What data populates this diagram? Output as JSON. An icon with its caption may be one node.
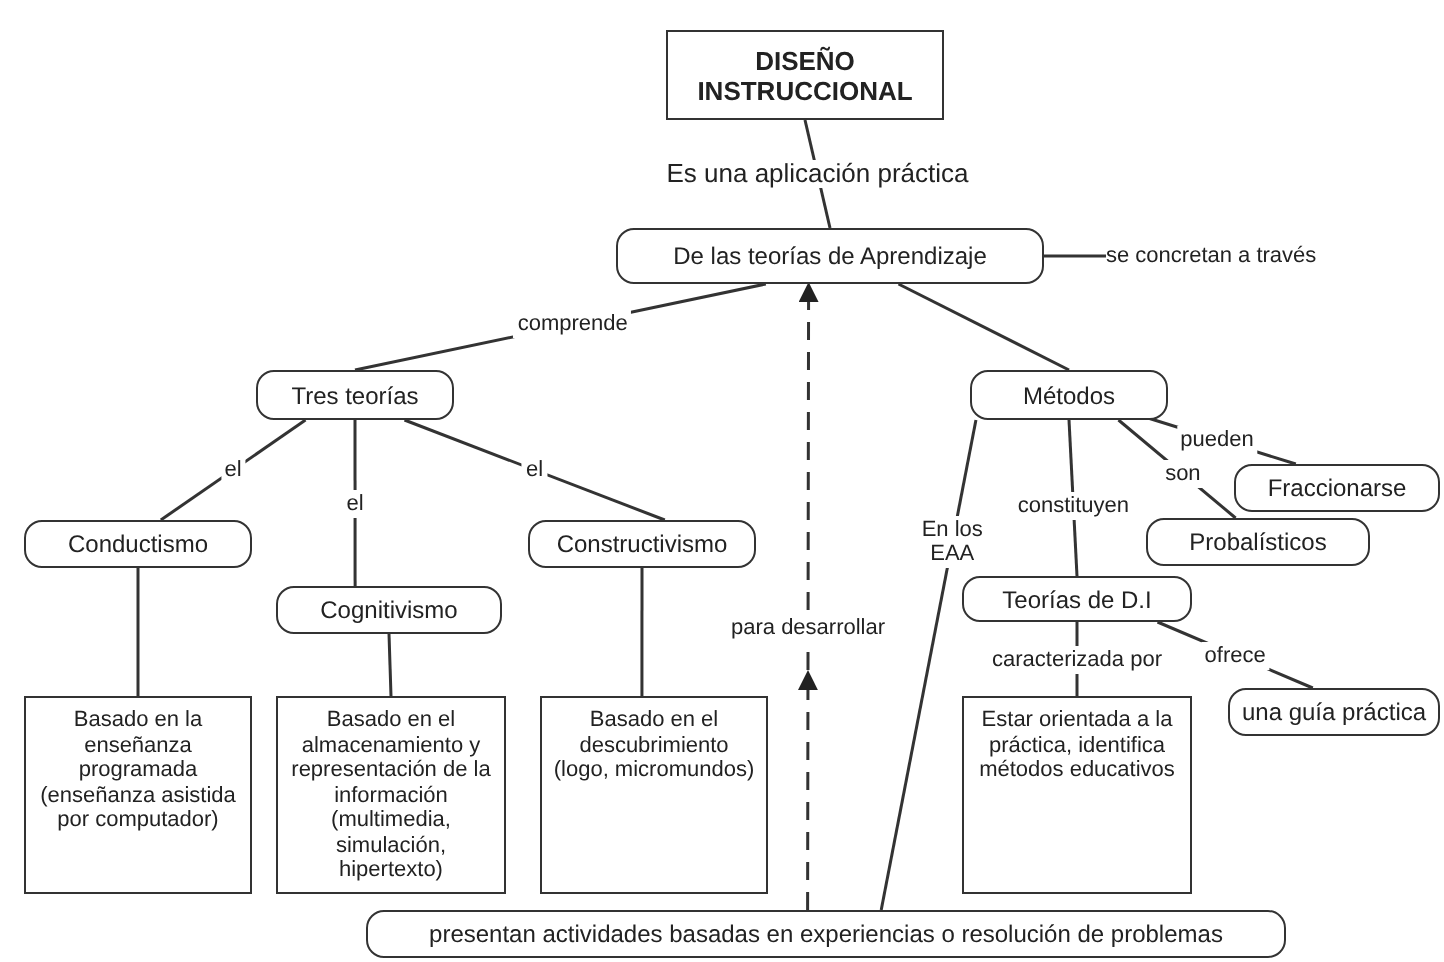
{
  "diagram": {
    "nodes": [
      {
        "text": [
          "DISEÑO INSTRUCCIONAL"
        ]
      },
      {
        "text": [
          "De las teorías de Aprendizaje"
        ]
      },
      {
        "text": [
          "se concretan a través"
        ]
      },
      {
        "text": [
          "Tres teorías"
        ]
      },
      {
        "text": [
          "Métodos"
        ]
      },
      {
        "text": [
          "Fraccionarse"
        ]
      },
      {
        "text": [
          "Conductismo"
        ]
      },
      {
        "text": [
          "Cognitivismo"
        ]
      },
      {
        "text": [
          "Constructivismo"
        ]
      },
      {
        "text": [
          "Probalísticos"
        ]
      },
      {
        "text": [
          "Teorías de D.I"
        ]
      },
      {
        "text": [
          "una guía práctica"
        ]
      },
      {
        "text": [
          "Basado en la enseñanza programada (enseñanza asistida por computador)"
        ]
      },
      {
        "text": [
          "Basado en el almacenamiento y representación de la información (multimedia, simulación, hipertexto)"
        ]
      },
      {
        "text": [
          "Basado en el descubrimiento (logo, micromundos)"
        ]
      },
      {
        "text": [
          "Estar orientada a la práctica, identifica métodos educativos"
        ]
      },
      {
        "text": [
          "presentan actividades basadas en experiencias o resolución de problemas"
        ]
      }
    ],
    "edges": [
      {
        "from": 0,
        "to": 1,
        "arrow": "none",
        "label": "Es una aplicación práctica"
      },
      {
        "from": 1,
        "to": 2,
        "arrow": "none"
      },
      {
        "from": 1,
        "to": 3,
        "arrow": "none",
        "label": "comprende"
      },
      {
        "from": 1,
        "to": 4,
        "arrow": "none"
      },
      {
        "from": 3,
        "to": 6,
        "arrow": "none",
        "label": "el"
      },
      {
        "from": 3,
        "to": 7,
        "arrow": "none",
        "label": "el"
      },
      {
        "from": 3,
        "to": 8,
        "arrow": "none",
        "label": "el"
      },
      {
        "from": 4,
        "to": 5,
        "arrow": "none",
        "label": "pueden"
      },
      {
        "from": 4,
        "to": 9,
        "arrow": "none",
        "label": "son"
      },
      {
        "from": 4,
        "to": 10,
        "arrow": "none",
        "label": "constituyen"
      },
      {
        "from": 4,
        "to": 16,
        "arrow": "none",
        "label": "En los EAA"
      },
      {
        "from": 6,
        "to": 12,
        "arrow": "none"
      },
      {
        "from": 7,
        "to": 13,
        "arrow": "none"
      },
      {
        "from": 8,
        "to": 14,
        "arrow": "none"
      },
      {
        "from": 10,
        "to": 15,
        "arrow": "none",
        "label": "caracterizada por"
      },
      {
        "from": 10,
        "to": 11,
        "arrow": "none",
        "label": "ofrece"
      },
      {
        "from": 16,
        "to": 1,
        "arrow": "to",
        "style": "dashed",
        "label": "para desarrollar"
      }
    ]
  }
}
